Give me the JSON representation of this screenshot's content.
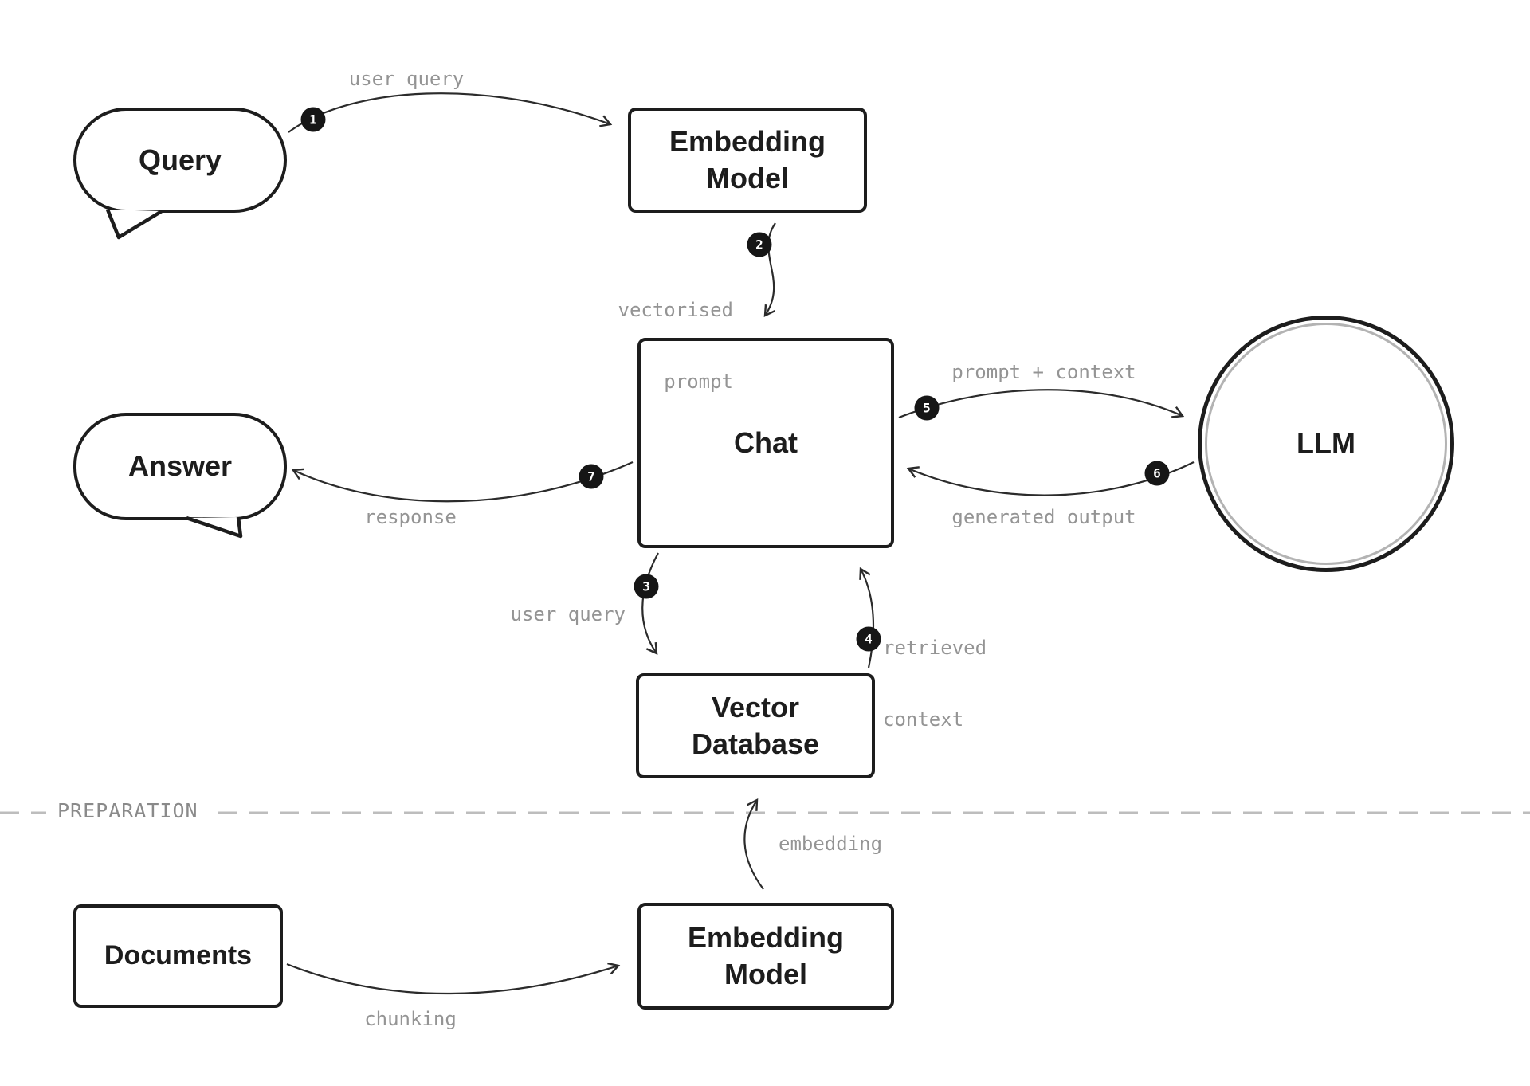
{
  "nodes": {
    "query": {
      "label": "Query"
    },
    "embedding_model_top": {
      "line1": "Embedding",
      "line2": "Model"
    },
    "chat": {
      "label": "Chat"
    },
    "llm": {
      "label": "LLM"
    },
    "answer": {
      "label": "Answer"
    },
    "vector_database": {
      "line1": "Vector",
      "line2": "Database"
    },
    "documents": {
      "label": "Documents"
    },
    "embedding_model_bottom": {
      "line1": "Embedding",
      "line2": "Model"
    }
  },
  "steps": {
    "s1": {
      "num": "1",
      "label": "user query"
    },
    "s2": {
      "num": "2",
      "line1": "vectorised",
      "line2": "prompt"
    },
    "s3": {
      "num": "3",
      "label": "user query"
    },
    "s4": {
      "num": "4",
      "line1": "retrieved",
      "line2": "context"
    },
    "s5": {
      "num": "5",
      "label": "prompt + context"
    },
    "s6": {
      "num": "6",
      "label": "generated output"
    },
    "s7": {
      "num": "7",
      "label": "response"
    }
  },
  "preparation": {
    "divider_label": "PREPARATION",
    "chunking_label": "chunking",
    "embedding_label": "embedding"
  },
  "colors": {
    "background": "#ffffff",
    "ink": "#1d1d1d",
    "arrow": "#2b2b2b",
    "label_gray": "#949494",
    "divider_gray": "#bdbdbd",
    "badge_bg": "#161616",
    "ring_gray": "#b3b3b3"
  }
}
